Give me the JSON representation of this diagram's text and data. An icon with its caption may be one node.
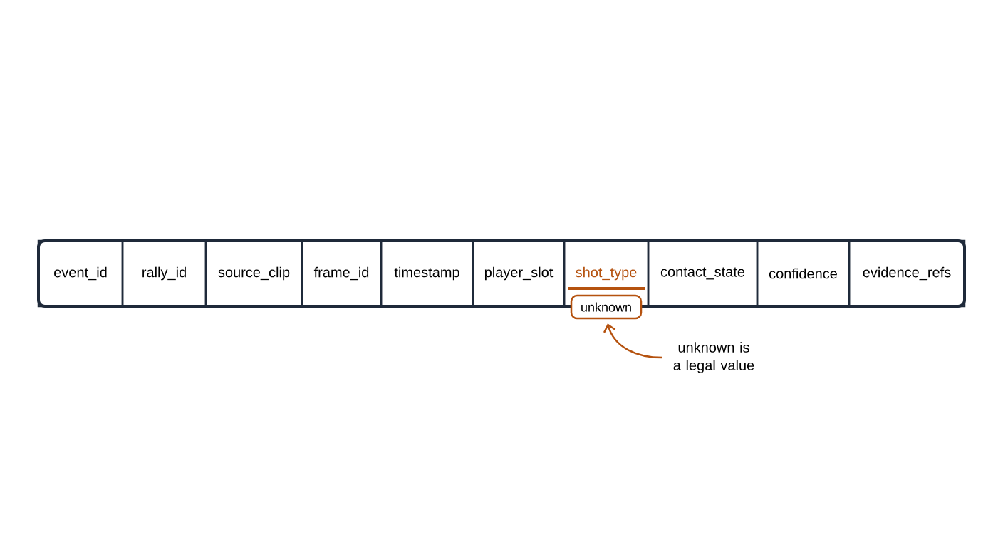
{
  "diagram": {
    "nodes": [
      {
        "text": [],
        "shape": "box"
      },
      {
        "text": [
          "event_id"
        ],
        "in": 0
      },
      {
        "text": [
          "rally_id"
        ],
        "in": 0
      },
      {
        "text": [
          "source_clip"
        ],
        "in": 0
      },
      {
        "text": [
          "frame_id"
        ],
        "in": 0
      },
      {
        "text": [
          "timestamp"
        ],
        "in": 0
      },
      {
        "text": [
          "player_slot"
        ],
        "in": 0
      },
      {
        "text": [
          "shot_type"
        ],
        "in": 0
      },
      {
        "text": [
          "contact_state"
        ],
        "in": 0
      },
      {
        "text": [
          "confidence"
        ],
        "in": 0
      },
      {
        "text": [
          "evidence_refs"
        ],
        "in": 0
      },
      {
        "text": [
          "unknown"
        ]
      },
      {
        "text": [
          "unknown is a legal value"
        ]
      }
    ],
    "edges": [
      {
        "from": 12,
        "to": 11,
        "arrow": "to",
        "color": "#b5520f"
      }
    ]
  }
}
